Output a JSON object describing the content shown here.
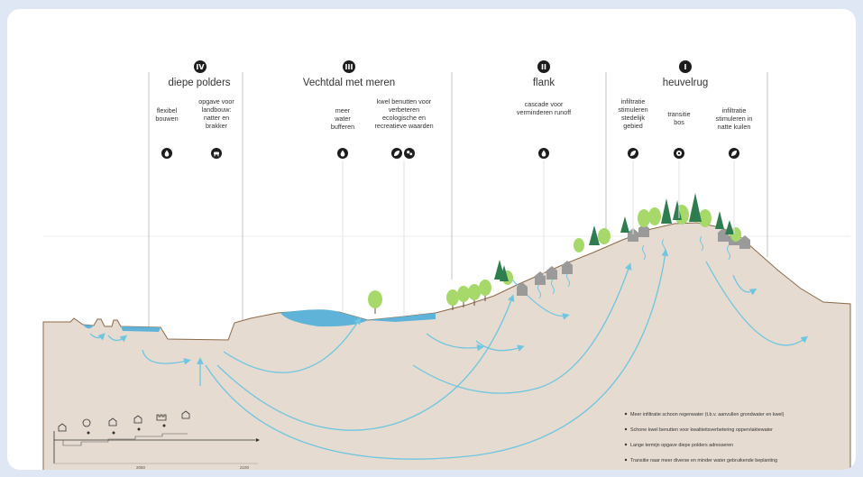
{
  "zones": [
    {
      "numeral": "IV",
      "title": "diepe polders"
    },
    {
      "numeral": "III",
      "title": "Vechtdal met meren"
    },
    {
      "numeral": "II",
      "title": "flank"
    },
    {
      "numeral": "I",
      "title": "heuvelrug"
    }
  ],
  "tasks": [
    {
      "lines": [
        "flexibel",
        "bouwen"
      ],
      "icon": "water-drop-icon"
    },
    {
      "lines": [
        "opgave voor",
        "landbouw:",
        "natter en",
        "brakker"
      ],
      "icon": "cow-icon"
    },
    {
      "lines": [
        "meer",
        "water",
        "bufferen"
      ],
      "icon": "water-drop-icon"
    },
    {
      "lines": [
        "kwel benutten voor",
        "verbeteren",
        "ecologische en",
        "recreatieve waarden"
      ],
      "icon": "leaf-and-people-icon"
    },
    {
      "lines": [
        "cascade voor",
        "verminderen runoff"
      ],
      "icon": "water-drop-icon"
    },
    {
      "lines": [
        "infiltratie",
        "stimuleren",
        "stedelijk",
        "gebied"
      ],
      "icon": "leaf-icon"
    },
    {
      "lines": [
        "transitie",
        "bos"
      ],
      "icon": "tree-icon"
    },
    {
      "lines": [
        "infiltratie",
        "stimuleren in",
        "natte kuilen"
      ],
      "icon": "leaf-icon"
    }
  ],
  "legend": [
    "Meer infiltratie schoon regenwater (t.b.v. aanvullen grondwater en kwel)",
    "Schone kwel benutten voor kwaliteitsverbetering oppervlaktewater",
    "Lange termijn opgave diepe polders adresseren",
    "Transitie naar meer diverse en minder water gebruikende beplanting"
  ],
  "timeline": {
    "ticks": [
      "2050",
      "2100"
    ]
  },
  "colors": {
    "ground": "#e6dbd0",
    "ground_line": "#8a6a4a",
    "water": "#5fb3d9",
    "arrow": "#6ec6e0",
    "zone_badge": "#1d1d1d",
    "tree_dark": "#2e7d4f",
    "tree_light": "#a6d96a"
  }
}
